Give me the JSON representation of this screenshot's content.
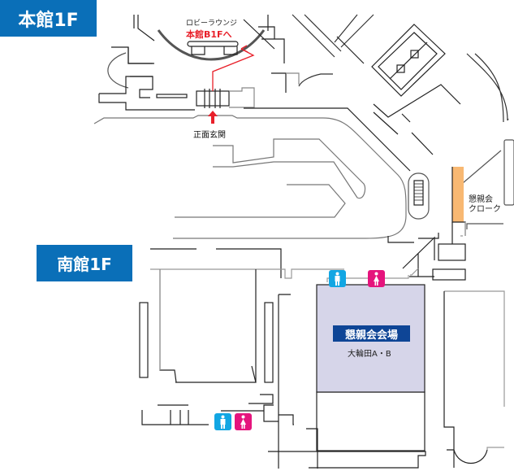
{
  "map": {
    "main_building_label": "本館1F",
    "south_building_label": "南館1F",
    "lobby_lounge": "ロビーラウンジ",
    "to_b1f": "本館B1Fへ",
    "main_entrance": "正面玄関",
    "cloakroom_line1": "懇親会",
    "cloakroom_line2": "クローク",
    "banquet_hall": "懇親会会場",
    "banquet_room": "大輪田A・B",
    "restroom_men": "男性トイレ",
    "restroom_women": "女性トイレ"
  },
  "colors": {
    "badge_blue": "#0a6fb8",
    "hall_fill": "#d6d5e9",
    "hall_title_bg": "#0e4596",
    "cloak_orange": "#f8b872",
    "route_red": "#e8202a",
    "men_blue": "#12a6e3",
    "women_pink": "#e5147d"
  }
}
